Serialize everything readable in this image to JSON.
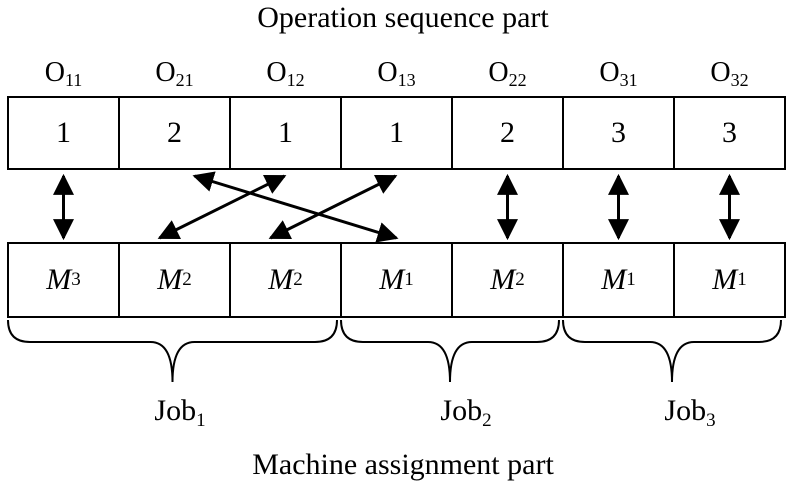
{
  "header": {
    "title": "Operation sequence part"
  },
  "footer": {
    "title": "Machine assignment part"
  },
  "operations": [
    {
      "op": "O",
      "sub": "11",
      "value": "1"
    },
    {
      "op": "O",
      "sub": "21",
      "value": "2"
    },
    {
      "op": "O",
      "sub": "12",
      "value": "1"
    },
    {
      "op": "O",
      "sub": "13",
      "value": "1"
    },
    {
      "op": "O",
      "sub": "22",
      "value": "2"
    },
    {
      "op": "O",
      "sub": "31",
      "value": "3"
    },
    {
      "op": "O",
      "sub": "32",
      "value": "3"
    }
  ],
  "machines": [
    {
      "m": "M",
      "sub": "3"
    },
    {
      "m": "M",
      "sub": "2"
    },
    {
      "m": "M",
      "sub": "2"
    },
    {
      "m": "M",
      "sub": "1"
    },
    {
      "m": "M",
      "sub": "2"
    },
    {
      "m": "M",
      "sub": "1"
    },
    {
      "m": "M",
      "sub": "1"
    }
  ],
  "jobs": [
    {
      "label": "Job",
      "sub": "1"
    },
    {
      "label": "Job",
      "sub": "2"
    },
    {
      "label": "Job",
      "sub": "3"
    }
  ],
  "links": [
    {
      "from_op": 0,
      "to_machine": 0
    },
    {
      "from_op": 1,
      "to_machine": 3
    },
    {
      "from_op": 2,
      "to_machine": 1
    },
    {
      "from_op": 3,
      "to_machine": 2
    },
    {
      "from_op": 4,
      "to_machine": 4
    },
    {
      "from_op": 5,
      "to_machine": 5
    },
    {
      "from_op": 6,
      "to_machine": 6
    }
  ],
  "job_groups": [
    {
      "job": 0,
      "first_machine": 0,
      "last_machine": 2
    },
    {
      "job": 1,
      "first_machine": 3,
      "last_machine": 4
    },
    {
      "job": 2,
      "first_machine": 5,
      "last_machine": 6
    }
  ]
}
